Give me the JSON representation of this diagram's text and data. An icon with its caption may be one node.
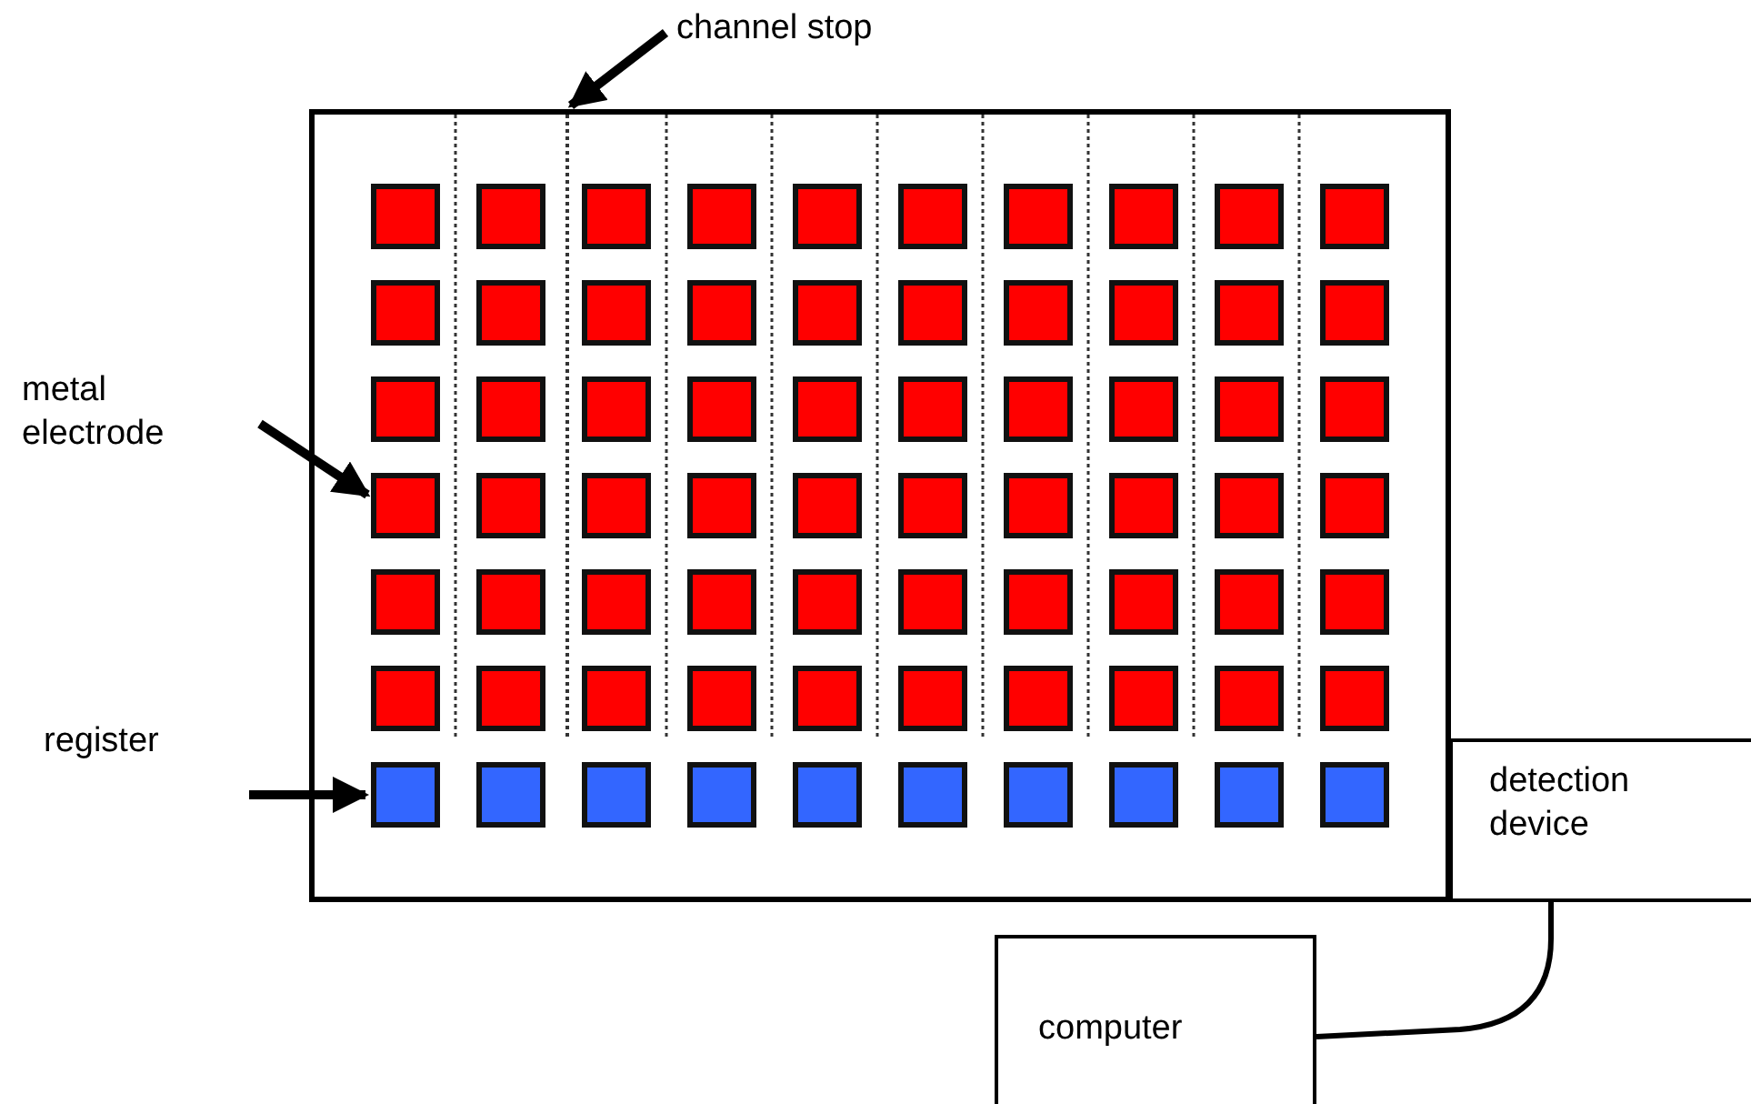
{
  "diagram": {
    "nodes": [
      {
        "text": [
          "channel stop"
        ]
      },
      {
        "text": [],
        "shape": "box"
      },
      {
        "text": [],
        "shape": "line",
        "in": 1
      },
      {
        "text": [
          "metal electrode"
        ]
      },
      {
        "text": [],
        "shape": "box",
        "in": 1
      },
      {
        "text": [
          "register"
        ]
      },
      {
        "text": [],
        "shape": "box",
        "in": 1
      },
      {
        "text": [
          "detection device"
        ]
      },
      {
        "text": [
          "computer"
        ]
      }
    ],
    "edges": [
      {
        "from": 0,
        "to": 2,
        "arrow": "to"
      },
      {
        "from": 3,
        "to": 4,
        "arrow": "to"
      },
      {
        "from": 5,
        "to": 6,
        "arrow": "to"
      },
      {
        "from": 7,
        "to": 8,
        "arrow": "none"
      }
    ]
  }
}
